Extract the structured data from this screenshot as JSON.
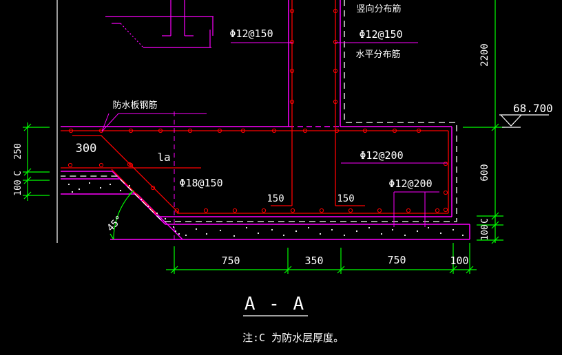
{
  "drawing": {
    "title": "A - A",
    "note": "注:C 为防水层厚度。",
    "elevation_value": "68.700"
  },
  "rebar_labels": {
    "waterproof_slab": "防水板钢筋",
    "vertical_dist": "竖向分布筋",
    "wall_vertical": "Φ12@150",
    "wall_horizontal": "Φ12@150",
    "horizontal_dist": "水平分布筋",
    "slab_bottom": "Φ18@150",
    "slab_edge": "Φ12@200",
    "slab_bottom_extra": "Φ12@200",
    "bend_leg_left": "150",
    "bend_leg_right": "150",
    "top_bar_extension": "300",
    "anchorage_length": "la",
    "slope_angle": "45°"
  },
  "dimensions": {
    "left": [
      "250",
      "C",
      "100"
    ],
    "right_wall_height": "2200",
    "right": [
      "600",
      "C",
      "100"
    ],
    "bottom": [
      "750",
      "350",
      "750",
      "100"
    ]
  },
  "colors": {
    "outline": "#ff00ff",
    "rebar": "#ff0000",
    "dimension": "#00ff00",
    "annotation": "#ffffff",
    "background": "#000000"
  }
}
